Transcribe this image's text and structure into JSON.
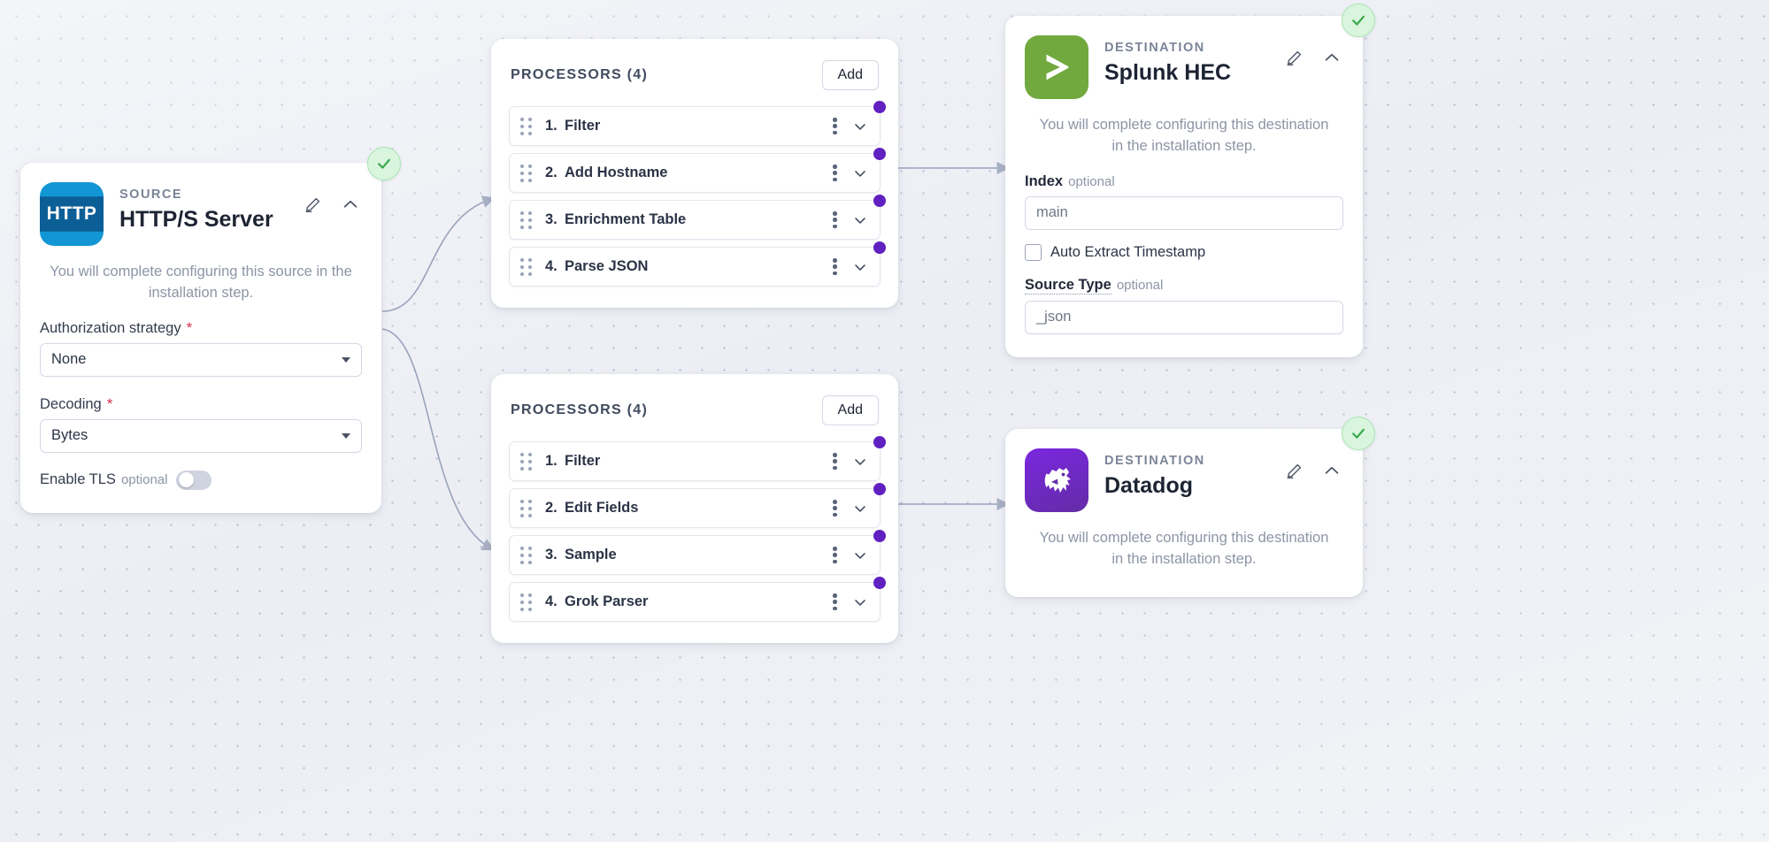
{
  "canvas": {
    "background_color": "#eceef4",
    "dot_color": "#b9bfcf"
  },
  "status_badge": {
    "icon": "check-icon",
    "color": "#d9f5dd",
    "mark_color": "#37a84a"
  },
  "source": {
    "kicker": "SOURCE",
    "title": "HTTP/S Server",
    "logo_text": "HTTP",
    "logo_icon": "http-logo-icon",
    "note": "You will complete configuring this source in the installation step.",
    "edit_icon": "pencil-icon",
    "collapse_icon": "chevron-up-icon",
    "fields": {
      "auth": {
        "label": "Authorization strategy",
        "required_mark": "*",
        "value": "None"
      },
      "decoding": {
        "label": "Decoding",
        "required_mark": "*",
        "value": "Bytes"
      },
      "tls": {
        "label": "Enable TLS",
        "optional_text": "optional",
        "enabled": false
      }
    }
  },
  "processor_groups": [
    {
      "title": "PROCESSORS (4)",
      "add_label": "Add",
      "rows": [
        {
          "num": "1.",
          "name": "Filter"
        },
        {
          "num": "2.",
          "name": "Add Hostname"
        },
        {
          "num": "3.",
          "name": "Enrichment Table"
        },
        {
          "num": "4.",
          "name": "Parse JSON"
        }
      ]
    },
    {
      "title": "PROCESSORS (4)",
      "add_label": "Add",
      "rows": [
        {
          "num": "1.",
          "name": "Filter"
        },
        {
          "num": "2.",
          "name": "Edit Fields"
        },
        {
          "num": "3.",
          "name": "Sample"
        },
        {
          "num": "4.",
          "name": "Grok Parser"
        }
      ]
    }
  ],
  "destinations": [
    {
      "kicker": "DESTINATION",
      "title": "Splunk HEC",
      "logo_icon": "splunk-chevron-icon",
      "logo_color": "#71a93e",
      "note": "You will complete configuring this destination in the installation step.",
      "edit_icon": "pencil-icon",
      "collapse_icon": "chevron-up-icon",
      "fields": {
        "index": {
          "label": "Index",
          "optional_text": "optional",
          "value": "main"
        },
        "auto_extract_timestamp": {
          "label": "Auto Extract Timestamp",
          "checked": false
        },
        "source_type": {
          "label": "Source Type",
          "optional_text": "optional",
          "value": "_json"
        }
      }
    },
    {
      "kicker": "DESTINATION",
      "title": "Datadog",
      "logo_icon": "datadog-dog-icon",
      "logo_color": "#632ca6",
      "note": "You will complete configuring this destination in the installation step.",
      "edit_icon": "pencil-icon",
      "collapse_icon": "chevron-up-icon"
    }
  ],
  "ports": {
    "color": "#6021c0"
  }
}
